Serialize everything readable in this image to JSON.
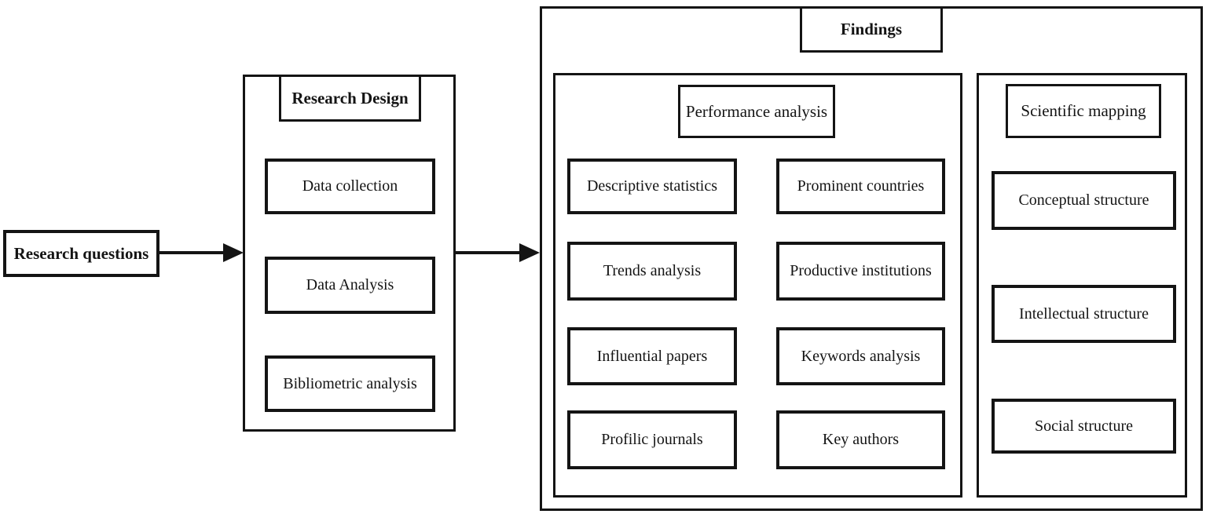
{
  "flow": {
    "research_questions": "Research questions",
    "research_design": {
      "title": "Research Design",
      "items": [
        "Data collection",
        "Data Analysis",
        "Bibliometric analysis"
      ]
    },
    "findings": {
      "title": "Findings",
      "performance": {
        "title": "Performance analysis",
        "left_items": [
          "Descriptive statistics",
          "Trends analysis",
          "Influential papers",
          "Profilic journals"
        ],
        "right_items": [
          "Prominent countries",
          "Productive institutions",
          "Keywords analysis",
          "Key authors"
        ]
      },
      "mapping": {
        "title": "Scientific mapping",
        "items": [
          "Conceptual structure",
          "Intellectual structure",
          "Social structure"
        ]
      }
    }
  },
  "colors": {
    "border": "#141414",
    "background": "#ffffff",
    "text": "#141414"
  }
}
